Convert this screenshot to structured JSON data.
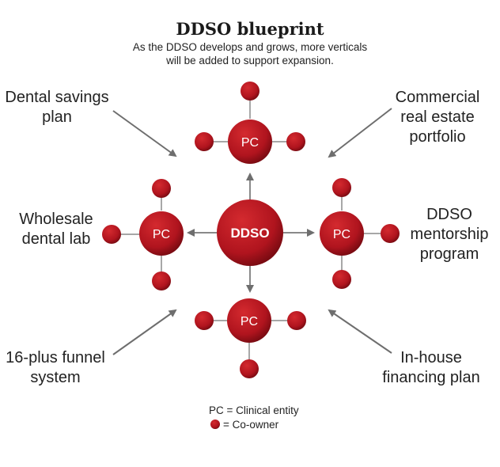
{
  "header": {
    "title": "DDSO blueprint",
    "subtitle_lines": [
      "As the DDSO develops and grows, more verticals",
      "will be added to support expansion."
    ]
  },
  "core": {
    "label": "DDSO"
  },
  "practice_label": "PC",
  "verticals": {
    "dental_savings": [
      "Dental savings",
      "plan"
    ],
    "commercial_real_estate": [
      "Commercial",
      "real estate",
      "portfolio"
    ],
    "wholesale_lab": [
      "Wholesale",
      "dental lab"
    ],
    "mentorship": [
      "DDSO",
      "mentorship",
      "program"
    ],
    "funnel": [
      "16-plus funnel",
      "system"
    ],
    "financing": [
      "In-house",
      "financing plan"
    ]
  },
  "legend": {
    "pc_text": "PC = Clinical entity",
    "coowner_text": "= Co-owner"
  },
  "colors": {
    "node_red": "#b0141e",
    "node_highlight": "#d42a2f",
    "node_shadow": "#7a0b12",
    "arrow_gray": "#6e6e6e",
    "connector_gray": "#8a8a8a"
  }
}
